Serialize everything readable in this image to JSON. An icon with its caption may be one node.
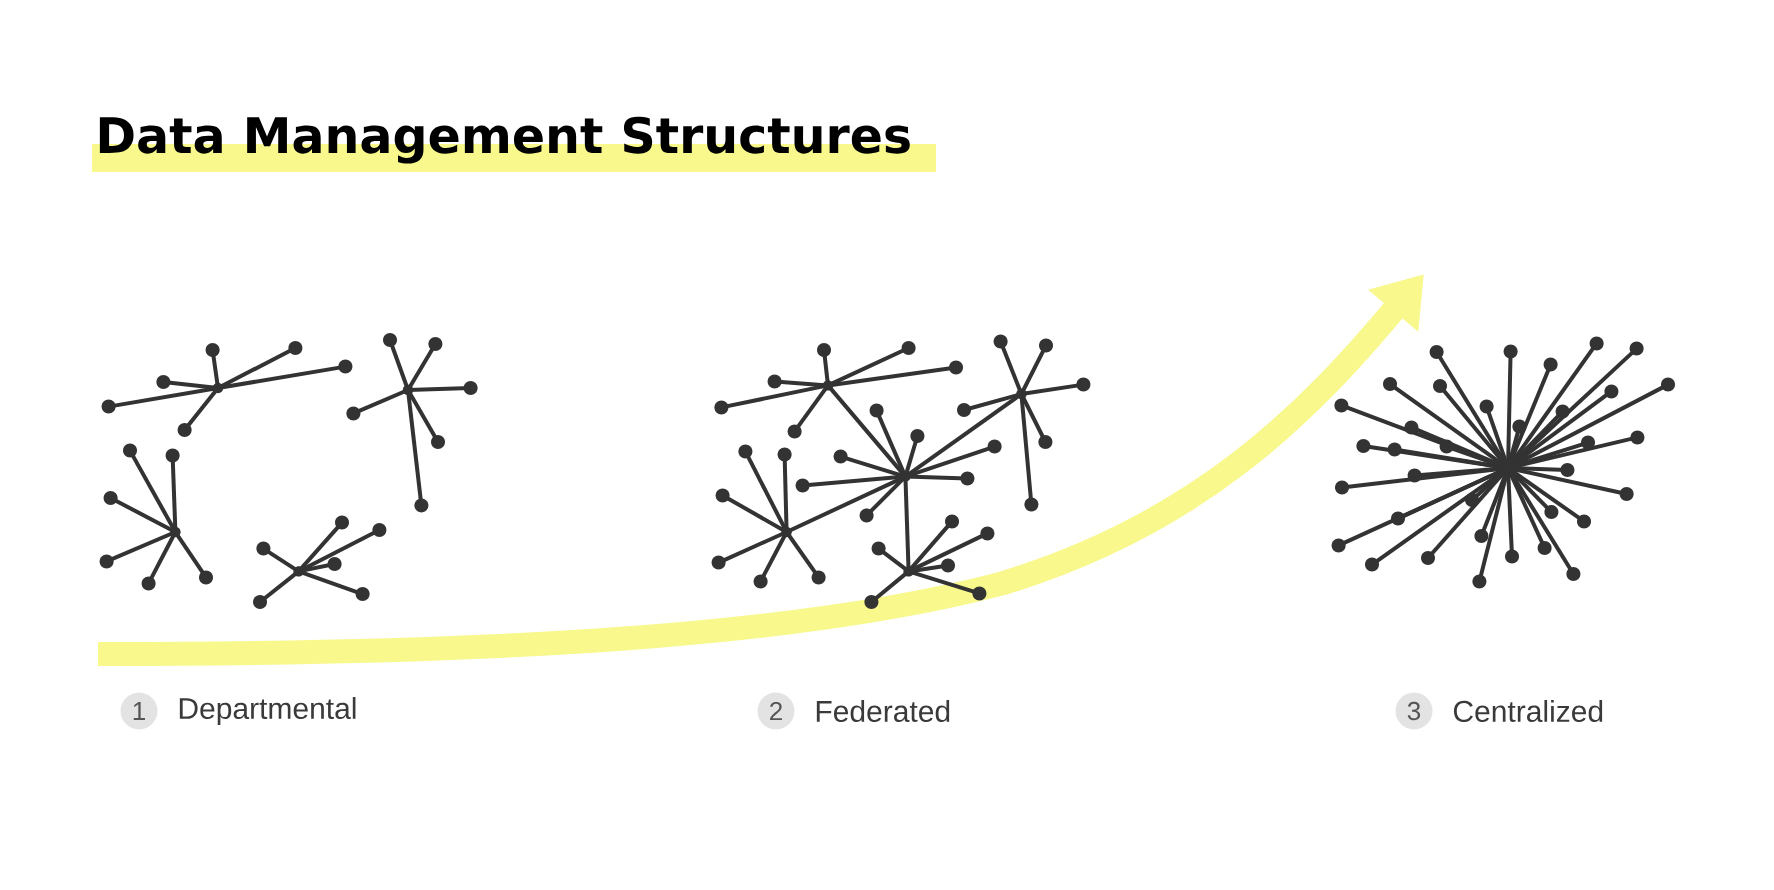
{
  "diagram": {
    "title": "Data Management Structures",
    "nodes": [
      {
        "text": [
          "1"
        ],
        "beside": [
          "Departmental"
        ]
      },
      {
        "text": [
          "2"
        ],
        "beside": [
          "Federated"
        ]
      },
      {
        "text": [
          "3"
        ],
        "beside": [
          "Centralized"
        ]
      }
    ]
  }
}
